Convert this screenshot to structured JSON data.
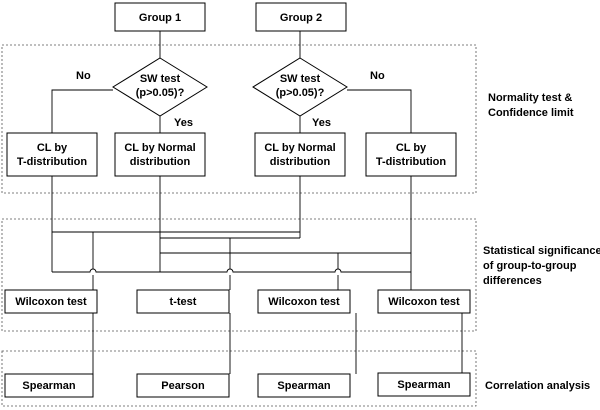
{
  "groups": {
    "group1": "Group 1",
    "group2": "Group 2"
  },
  "decision": {
    "line1": "SW test",
    "p": "p",
    "rest": ">0.05)?",
    "open": "("
  },
  "branch": {
    "no": "No",
    "yes": "Yes"
  },
  "ci": {
    "t_line1": "CL by",
    "t_line2": "T-distribution",
    "n_line1": "CL by Normal",
    "n_line2": "distribution"
  },
  "tests": {
    "wilcoxon": "Wilcoxon test",
    "ttest": "t-test"
  },
  "corr": {
    "spearman": "Spearman",
    "pearson": "Pearson"
  },
  "sections": {
    "normality": [
      "Normality test &",
      "Confidence limit"
    ],
    "significance": [
      "Statistical significance",
      "of group-to-group",
      "differences"
    ],
    "correlation": "Correlation analysis"
  }
}
